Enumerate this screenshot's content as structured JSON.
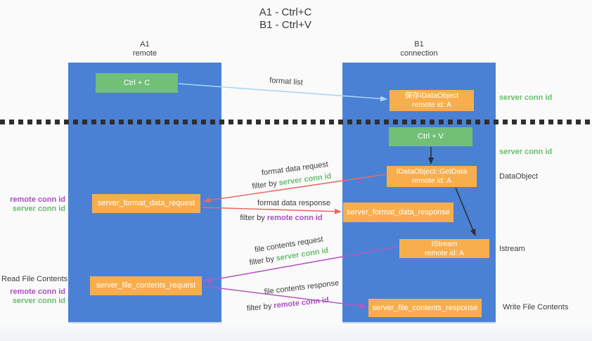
{
  "title": {
    "line1": "A1 - Ctrl+C",
    "line2": "B1 - Ctrl+V"
  },
  "lanes": {
    "a": {
      "name": "A1",
      "subtitle": "remote"
    },
    "b": {
      "name": "B1",
      "subtitle": "connection"
    }
  },
  "nodes": {
    "ctrl_c": {
      "label": "Ctrl + C"
    },
    "save_idataobject": {
      "line1": "保存IDataObject",
      "line2": "remote id: A"
    },
    "ctrl_v": {
      "label": "Ctrl + V"
    },
    "getdata": {
      "line1": "IDataObject::GetData",
      "line2": "remote id: A"
    },
    "server_format_data_request": {
      "label": "server_format_data_request"
    },
    "server_format_data_response": {
      "label": "server_format_data_response"
    },
    "istream": {
      "line1": "IStream",
      "line2": "remote id: A"
    },
    "server_file_contents_request": {
      "label": "server_file_contents_request"
    },
    "server_file_contents_response": {
      "label": "server_file_contents_response"
    }
  },
  "arrow_labels": {
    "format_list": "format list",
    "format_data_request": "format data request",
    "format_data_response": "format data response",
    "file_contents_request": "file contents request",
    "file_contents_response": "file contents response",
    "filter_prefix": "filter by",
    "server_conn_id": "server conn id",
    "remote_conn_id": "remote conn id"
  },
  "side_labels": {
    "left_top": {
      "remote": "remote conn id",
      "server": "server conn id"
    },
    "read_file_contents": "Read File Contents",
    "left_bottom": {
      "remote": "remote conn id",
      "server": "server conn id"
    },
    "right": {
      "server_conn_id_top": "server conn id",
      "server_conn_id_mid": "server conn id",
      "dataobject": "DataObject",
      "istream": "Istream",
      "write_file_contents": "Write File Contents"
    }
  },
  "colors": {
    "lane_blue": "#4A81D5",
    "node_green": "#72BF76",
    "node_orange": "#F8AE4D",
    "arrow_blue": "#A9D5F5",
    "arrow_red": "#E96A60",
    "arrow_purple": "#B557C4",
    "arrow_black": "#2F2F2F",
    "label_green": "#6ABC6E",
    "label_purple": "#AB4FC2",
    "text_dark": "#3C3C3C"
  }
}
